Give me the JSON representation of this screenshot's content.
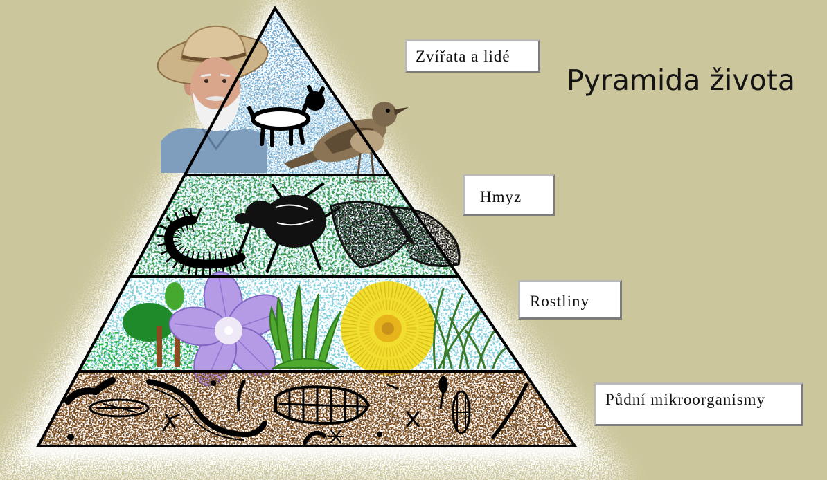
{
  "title": "Pyramida života",
  "levels": [
    {
      "label": "Zvířata a lidé"
    },
    {
      "label": "Hmyz"
    },
    {
      "label": "Rostliny"
    },
    {
      "label": "Půdní mikroorganismy"
    }
  ],
  "colors": {
    "background": "#ccc69c",
    "pyramid_outline": "#000000",
    "label_box_fill": "#ffffff",
    "label_box_border": "#7c7c7c"
  }
}
